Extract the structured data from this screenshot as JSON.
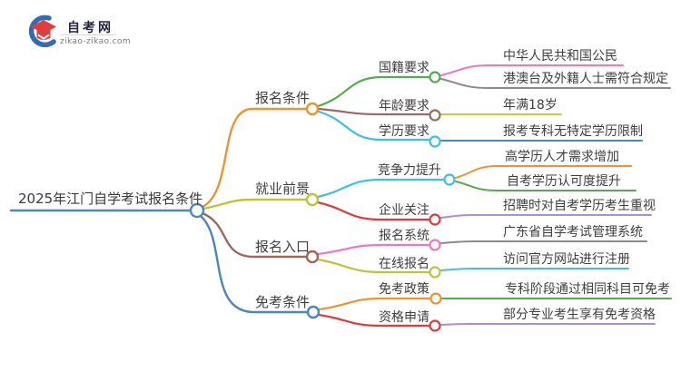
{
  "logo": {
    "title": "自考网",
    "domain": "zikao-zikao.com",
    "icon": "graduation-cap-icon",
    "cap_color": "#e23c3e",
    "crescent_color": "#2f6db4"
  },
  "central": {
    "label": "2025年江门自学考试报名条件"
  },
  "colors": {
    "orange": "#f0932c",
    "olive": "#bdc63b",
    "yellow": "#d2cb2f",
    "brown": "#9a6a5c",
    "blue": "#4a86c0",
    "green": "#55ab50",
    "cyan": "#3ec0e6",
    "pink": "#ef76c0",
    "gray": "#8a8a8a",
    "red": "#e23a3a",
    "purple": "#a98fd4",
    "text": "#3f3f3f"
  },
  "branches": [
    {
      "label": "报名条件",
      "color_key": "orange",
      "children": [
        {
          "label": "国籍要求",
          "color_key": "green",
          "leaves": [
            {
              "label": "中华人民共和国公民",
              "color_key": "pink"
            },
            {
              "label": "港澳台及外籍人士需符合规定",
              "color_key": "gray"
            }
          ]
        },
        {
          "label": "年龄要求",
          "color_key": "brown",
          "leaves": [
            {
              "label": "年满18岁",
              "color_key": "yellow"
            }
          ]
        },
        {
          "label": "学历要求",
          "color_key": "cyan",
          "leaves": [
            {
              "label": "报考专科无特定学历限制",
              "color_key": "blue"
            }
          ]
        }
      ]
    },
    {
      "label": "就业前景",
      "color_key": "olive",
      "children": [
        {
          "label": "竞争力提升",
          "color_key": "cyan",
          "leaves": [
            {
              "label": "高学历人才需求增加",
              "color_key": "orange"
            },
            {
              "label": "自考学历认可度提升",
              "color_key": "green"
            }
          ]
        },
        {
          "label": "企业关注",
          "color_key": "red",
          "leaves": [
            {
              "label": "招聘时对自考学历考生重视",
              "color_key": "purple"
            }
          ]
        }
      ]
    },
    {
      "label": "报名入口",
      "color_key": "brown",
      "children": [
        {
          "label": "报名系统",
          "color_key": "pink",
          "leaves": [
            {
              "label": "广东省自学考试管理系统",
              "color_key": "gray"
            }
          ]
        },
        {
          "label": "在线报名",
          "color_key": "olive",
          "leaves": [
            {
              "label": "访问官方网站进行注册",
              "color_key": "cyan"
            }
          ]
        }
      ]
    },
    {
      "label": "免考条件",
      "color_key": "blue",
      "children": [
        {
          "label": "免考政策",
          "color_key": "orange",
          "leaves": [
            {
              "label": "专科阶段通过相同科目可免考",
              "color_key": "green"
            }
          ]
        },
        {
          "label": "资格申请",
          "color_key": "red",
          "leaves": [
            {
              "label": "部分专业考生享有免考资格",
              "color_key": "purple"
            }
          ]
        }
      ]
    }
  ]
}
